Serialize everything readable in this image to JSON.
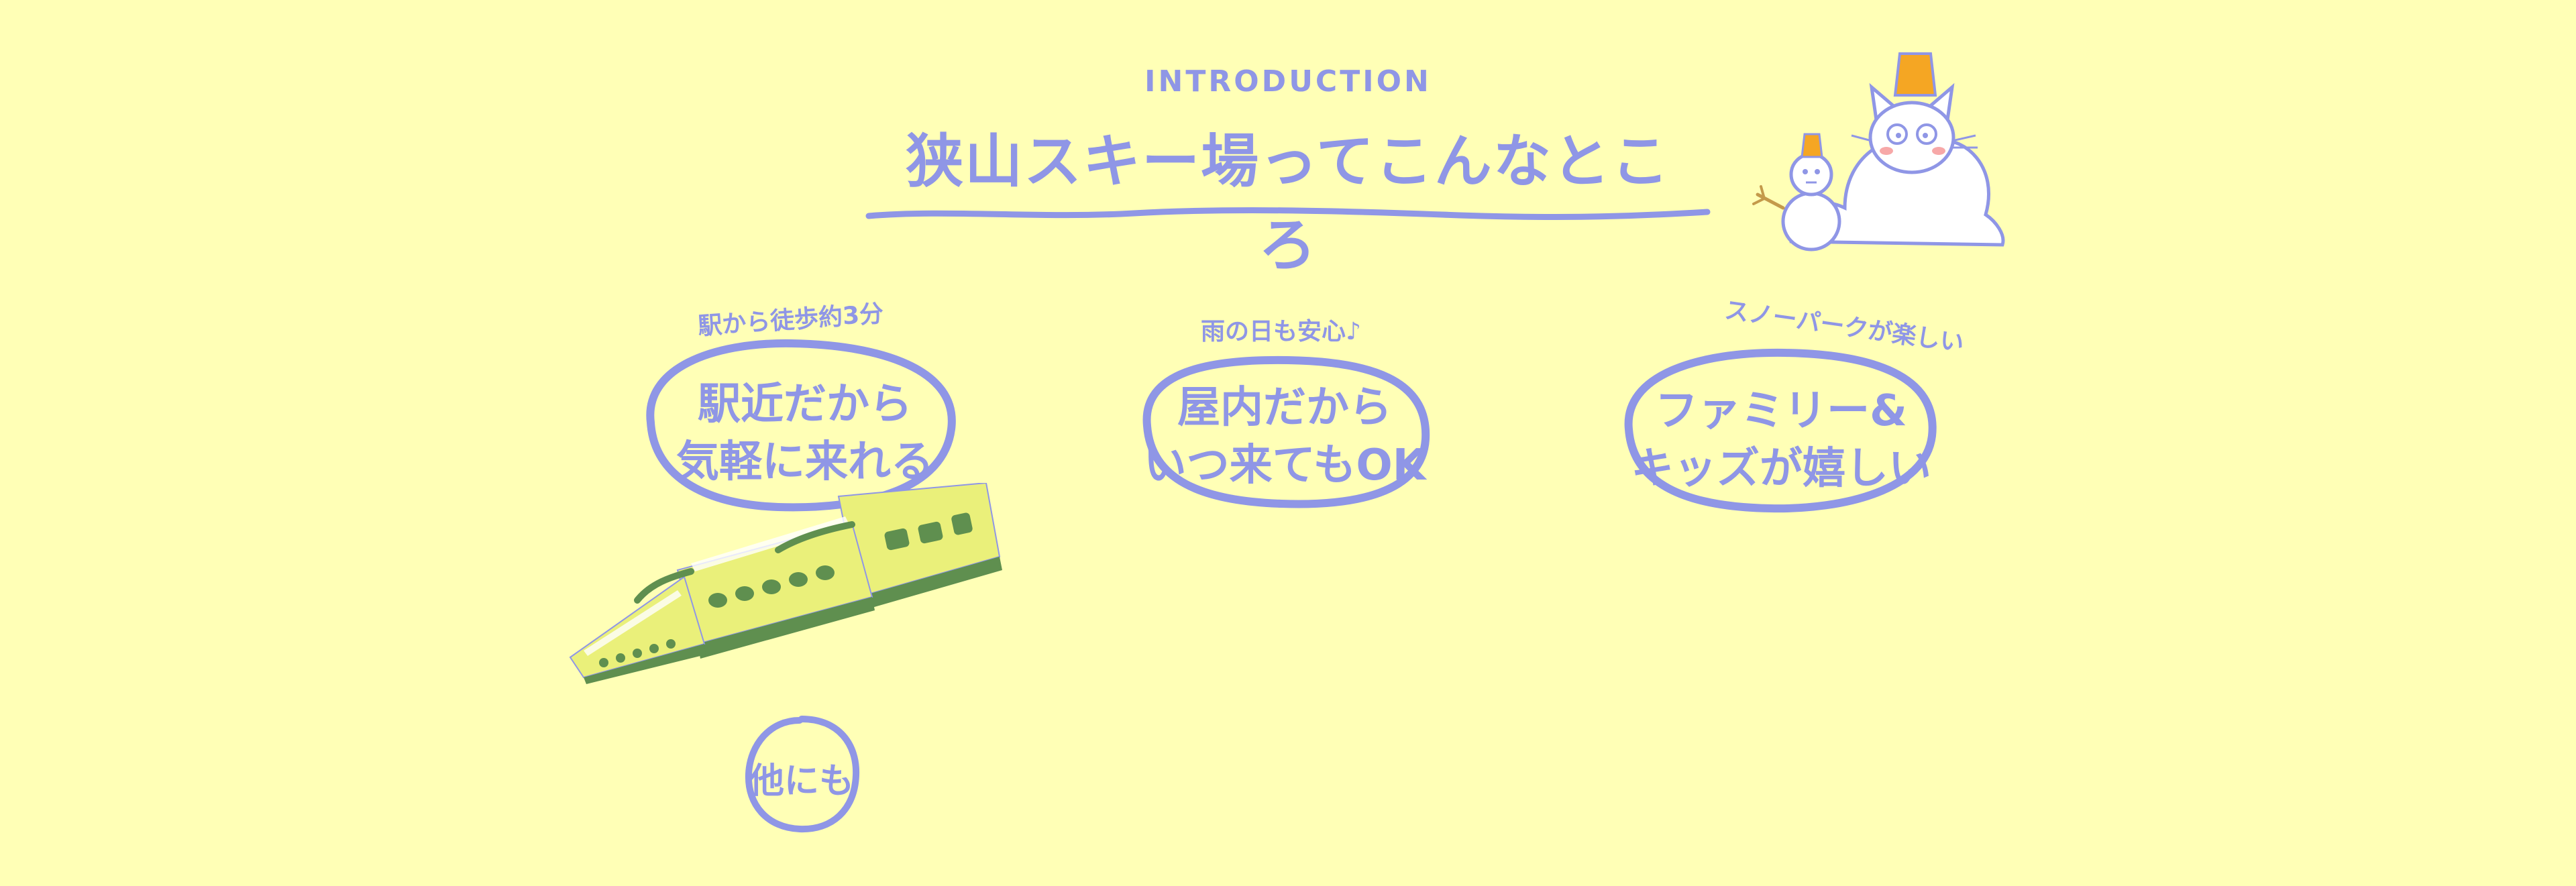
{
  "section": {
    "eyebrow": "INTRODUCTION",
    "title": "狭山スキー場ってこんなところ"
  },
  "features": [
    {
      "caption": "駅から徒歩約3分",
      "line1": "駅近だから",
      "line2": "気軽に来れる"
    },
    {
      "caption": "雨の日も安心♪",
      "line1": "屋内だから",
      "line2": "いつ来てもOK"
    },
    {
      "caption": "スノーパークが楽しい",
      "line1": "ファミリー&",
      "line2": "キッズが嬉しい"
    }
  ],
  "more": {
    "label": "他にも"
  },
  "colors": {
    "background": "#ffffb6",
    "accent": "#8f96e6",
    "train_body": "#eaf07a",
    "train_window": "#5f8f4f",
    "mascot_hat": "#f5a623"
  },
  "icons": {
    "mascot": "cat-and-snowman-illustration",
    "train": "train-illustration"
  }
}
